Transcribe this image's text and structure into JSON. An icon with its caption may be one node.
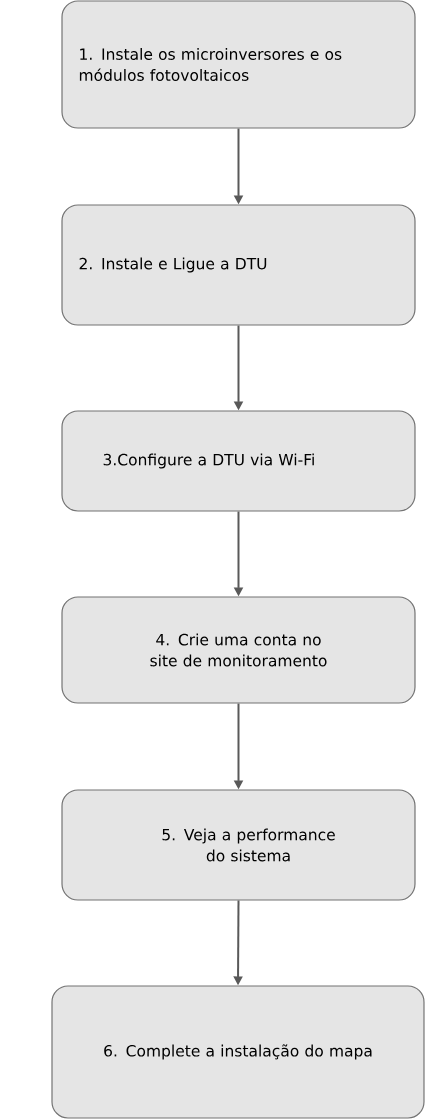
{
  "diagram": {
    "nodes": [
      {
        "text": [
          "1. Instale os microinversores e os módulos fotovoltaicos"
        ]
      },
      {
        "text": [
          "2. Instale e Ligue a DTU"
        ]
      },
      {
        "text": [
          "3.Configure a DTU via Wi-Fi"
        ]
      },
      {
        "text": [
          "4. Crie uma conta no site de monitoramento"
        ]
      },
      {
        "text": [
          "5. Veja a performance do sistema"
        ]
      },
      {
        "text": [
          "6. Complete a instalação do mapa"
        ]
      }
    ],
    "edges": [
      {
        "from": 0,
        "to": 1,
        "arrow": "to"
      },
      {
        "from": 1,
        "to": 2,
        "arrow": "to"
      },
      {
        "from": 2,
        "to": 3,
        "arrow": "to"
      },
      {
        "from": 3,
        "to": 4,
        "arrow": "to"
      },
      {
        "from": 4,
        "to": 5,
        "arrow": "to"
      }
    ]
  }
}
